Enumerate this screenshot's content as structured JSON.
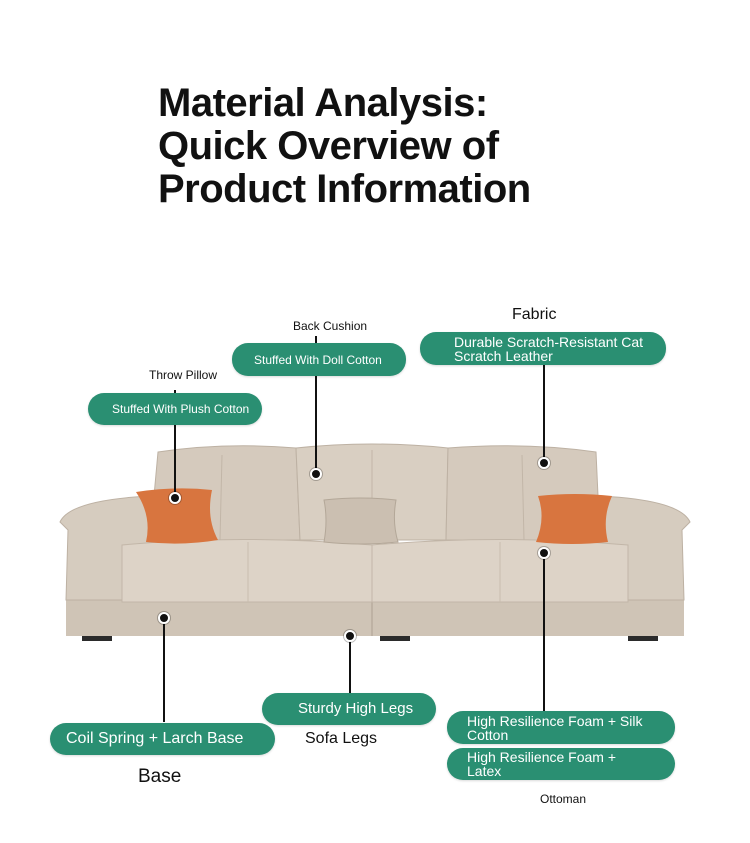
{
  "title": {
    "line1": "Material Analysis:",
    "line2": "Quick Overview of",
    "line3": "Product Information"
  },
  "callouts": {
    "fabric": {
      "heading": "Fabric",
      "pill": "Durable Scratch-Resistant Cat Scratch Leather"
    },
    "back_cushion": {
      "heading": "Back Cushion",
      "pill": "Stuffed With Doll Cotton"
    },
    "throw_pillow": {
      "heading": "Throw Pillow",
      "pill": "Stuffed With Plush Cotton"
    },
    "base": {
      "heading": "Base",
      "pill": "Coil Spring + Larch Base"
    },
    "sofa_legs": {
      "heading": "Sofa Legs",
      "pill": "Sturdy High Legs"
    },
    "seat": {
      "pill": "High Resilience Foam + Silk Cotton"
    },
    "ottoman": {
      "heading": "Ottoman",
      "pill": "High Resilience Foam + Latex"
    }
  },
  "colors": {
    "pill": "#2a8f72",
    "leather": "#d9cfc2",
    "pillow_orange": "#d8753f",
    "leader": "#111111"
  }
}
